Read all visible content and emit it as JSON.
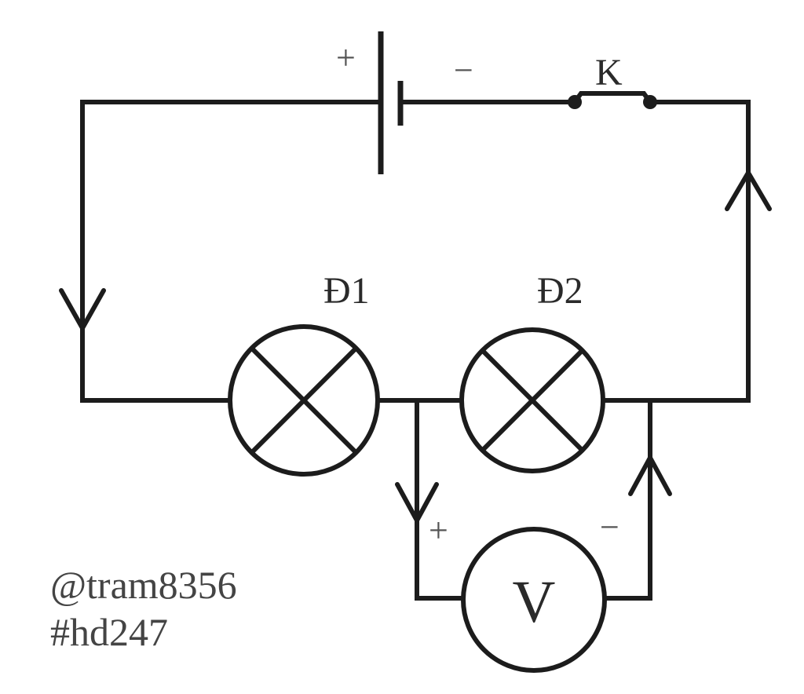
{
  "battery": {
    "plus_sign": "+",
    "minus_sign": "−"
  },
  "switch": {
    "label": "K"
  },
  "lamps": [
    {
      "label": "Đ1"
    },
    {
      "label": "Đ2"
    }
  ],
  "voltmeter": {
    "label": "V",
    "plus_sign": "+",
    "minus_sign": "−"
  },
  "watermark": {
    "line1": "@tram8356",
    "line2": "#hd247"
  },
  "colors": {
    "line": "#1c1c1c",
    "text": "#2a2a2a",
    "background": "#ffffff"
  }
}
